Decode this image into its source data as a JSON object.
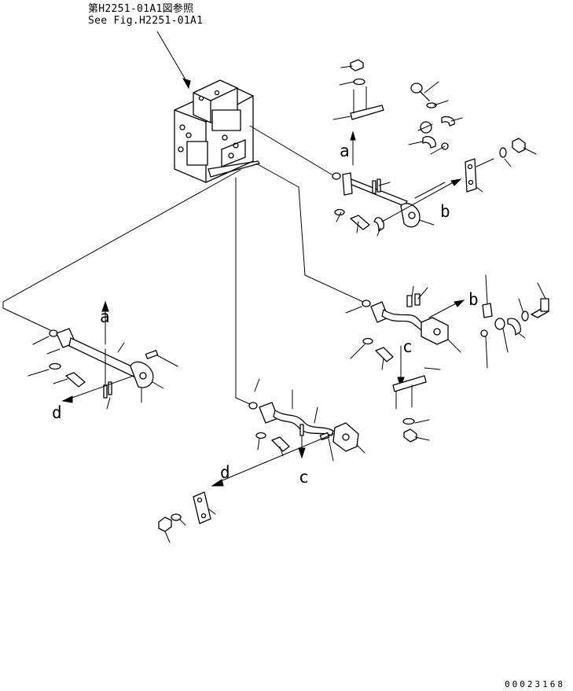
{
  "reference_note": {
    "line_jp": "第H2251-01A1図参照",
    "line_en": "See Fig.H2251-01A1"
  },
  "connection_labels": {
    "a": "a",
    "b": "b",
    "c": "c",
    "d": "d"
  },
  "document_number": "00023168"
}
